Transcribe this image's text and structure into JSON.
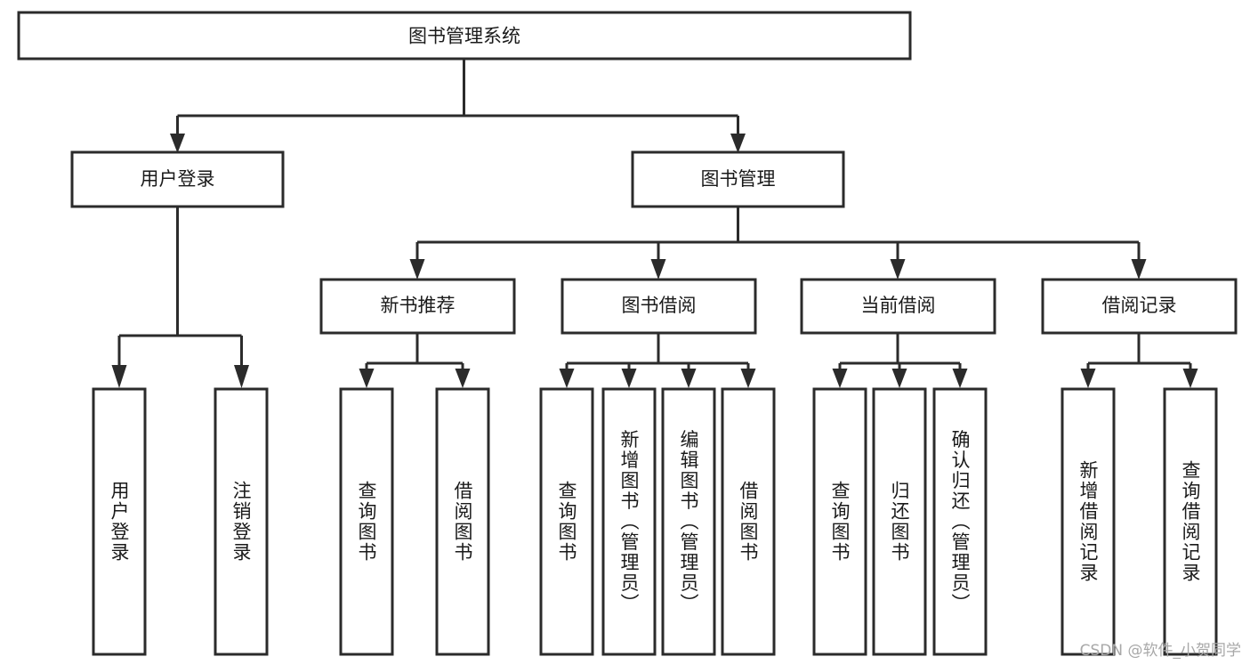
{
  "diagram": {
    "title": "图书管理系统",
    "type": "tree-hierarchy-chart",
    "watermark": "CSDN @软件_小贺同学",
    "root": {
      "id": "root",
      "label": "图书管理系统"
    },
    "level2": [
      {
        "id": "user-login",
        "label": "用户登录"
      },
      {
        "id": "book-manage",
        "label": "图书管理"
      }
    ],
    "level3": [
      {
        "id": "new-book-recommend",
        "label": "新书推荐",
        "parent": "book-manage"
      },
      {
        "id": "book-borrow",
        "label": "图书借阅",
        "parent": "book-manage"
      },
      {
        "id": "current-borrow",
        "label": "当前借阅",
        "parent": "book-manage"
      },
      {
        "id": "borrow-record",
        "label": "借阅记录",
        "parent": "book-manage"
      }
    ],
    "leaves": [
      {
        "id": "leaf-user-login",
        "label": "用户登录",
        "parent": "user-login"
      },
      {
        "id": "leaf-logout-login",
        "label": "注销登录",
        "parent": "user-login"
      },
      {
        "id": "leaf-query-book-1",
        "label": "查询图书",
        "parent": "new-book-recommend"
      },
      {
        "id": "leaf-borrow-book-1",
        "label": "借阅图书",
        "parent": "new-book-recommend"
      },
      {
        "id": "leaf-query-book-2",
        "label": "查询图书",
        "parent": "book-borrow"
      },
      {
        "id": "leaf-add-book",
        "label": "新增图书（管理员）",
        "parent": "book-borrow"
      },
      {
        "id": "leaf-edit-book",
        "label": "编辑图书（管理员）",
        "parent": "book-borrow"
      },
      {
        "id": "leaf-borrow-book-2",
        "label": "借阅图书",
        "parent": "book-borrow"
      },
      {
        "id": "leaf-query-book-3",
        "label": "查询图书",
        "parent": "current-borrow"
      },
      {
        "id": "leaf-return-book",
        "label": "归还图书",
        "parent": "current-borrow"
      },
      {
        "id": "leaf-confirm-return",
        "label": "确认归还（管理员）",
        "parent": "current-borrow"
      },
      {
        "id": "leaf-add-record",
        "label": "新增借阅记录",
        "parent": "borrow-record"
      },
      {
        "id": "leaf-query-record",
        "label": "查询借阅记录",
        "parent": "borrow-record"
      }
    ],
    "colors": {
      "stroke": "#2b2b2b",
      "fill": "#ffffff",
      "text": "#1a1a1a",
      "watermark": "#a8a8a8",
      "background": "#ffffff"
    }
  }
}
